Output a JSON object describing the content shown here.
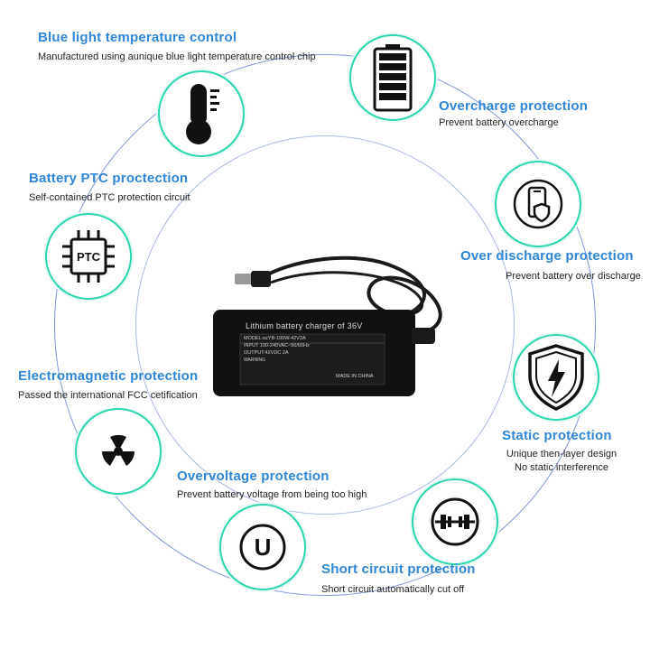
{
  "features": {
    "blue_light": {
      "title": "Blue light temperature control",
      "desc": "Manufactured using aunique blue light temperature control chip",
      "icon": "thermometer-icon"
    },
    "overcharge": {
      "title": "Overcharge protection",
      "desc": "Prevent battery overcharge",
      "icon": "battery-icon"
    },
    "ptc": {
      "title": "Battery PTC proctection",
      "desc": "Self-contained PTC protection circuit",
      "icon": "chip-icon",
      "icon_text": "PTC"
    },
    "over_discharge": {
      "title": "Over discharge protection",
      "desc": "Prevent battery over discharge",
      "icon": "phone-shield-icon"
    },
    "electromagnetic": {
      "title": "Electromagnetic protection",
      "desc": "Passed the international FCC cetification",
      "icon": "radiation-icon"
    },
    "static": {
      "title": "Static protection",
      "desc_lines": [
        "Unique then-layer design",
        "No static interference"
      ],
      "icon": "lightning-shield-icon"
    },
    "overvoltage": {
      "title": "Overvoltage protection",
      "desc": "Prevent battery voltage from being too high",
      "icon": "u-circle-icon",
      "icon_text": "U"
    },
    "short_circuit": {
      "title": "Short circuit protection",
      "desc": "Short circuit automatically cut off",
      "icon": "short-circuit-icon"
    }
  },
  "charger": {
    "heading": "Lithium battery charger of 36V",
    "model": "MODEL:ezYB-100W-42V2A",
    "input": "INPUT 100-240VAC~50/60Hz",
    "output": "OUTPUT:42VDC 2A",
    "warning": "WARNING",
    "made_in": "MADE IN CHINA"
  },
  "colors": {
    "title": "#2f86d6",
    "badge_border": "#2ad6b0",
    "ring": "#7f97d6"
  }
}
